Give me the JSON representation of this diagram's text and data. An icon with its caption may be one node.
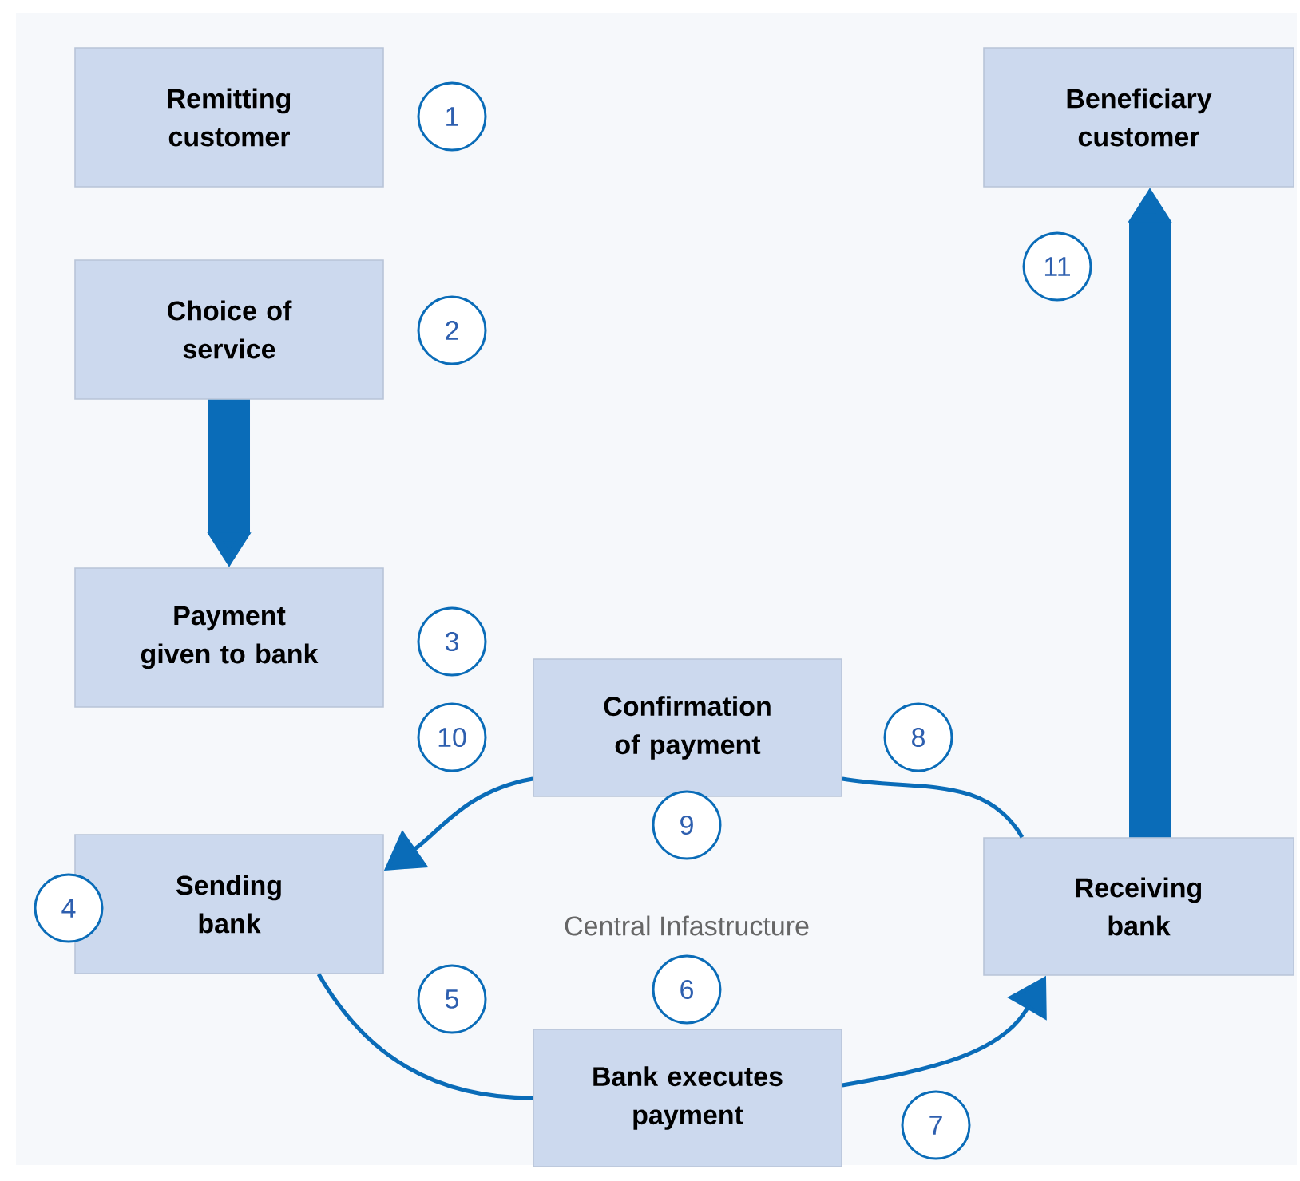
{
  "diagram": {
    "nodes": [
      {
        "text": [
          "Remitting customer"
        ]
      },
      {
        "text": [
          "Beneficiary customer"
        ]
      },
      {
        "text": [
          "Choice of service"
        ]
      },
      {
        "text": [
          "Payment given to bank"
        ]
      },
      {
        "text": [
          "Confirmation of payment"
        ]
      },
      {
        "text": [
          "Sending bank"
        ]
      },
      {
        "text": [
          "Receiving bank"
        ]
      },
      {
        "text": [
          "Bank executes payment"
        ]
      },
      {
        "text": [
          "1"
        ]
      },
      {
        "text": [
          "2"
        ]
      },
      {
        "text": [
          "3"
        ]
      },
      {
        "text": [
          "4"
        ]
      },
      {
        "text": [
          "5"
        ]
      },
      {
        "text": [
          "6"
        ]
      },
      {
        "text": [
          "7"
        ]
      },
      {
        "text": [
          "8"
        ]
      },
      {
        "text": [
          "9"
        ]
      },
      {
        "text": [
          "10"
        ]
      },
      {
        "text": [
          "11"
        ]
      }
    ],
    "edges": [
      {
        "from": 2,
        "to": 3,
        "arrow": "to",
        "style": "thick"
      },
      {
        "from": 6,
        "to": 1,
        "arrow": "to",
        "style": "thick"
      },
      {
        "from": 5,
        "to": 7,
        "arrow": "none"
      },
      {
        "from": 7,
        "to": 6,
        "arrow": "to"
      },
      {
        "from": 6,
        "to": 4,
        "arrow": "none"
      },
      {
        "from": 4,
        "to": 5,
        "arrow": "to"
      }
    ],
    "labels": [
      "Central Infastructure"
    ]
  }
}
